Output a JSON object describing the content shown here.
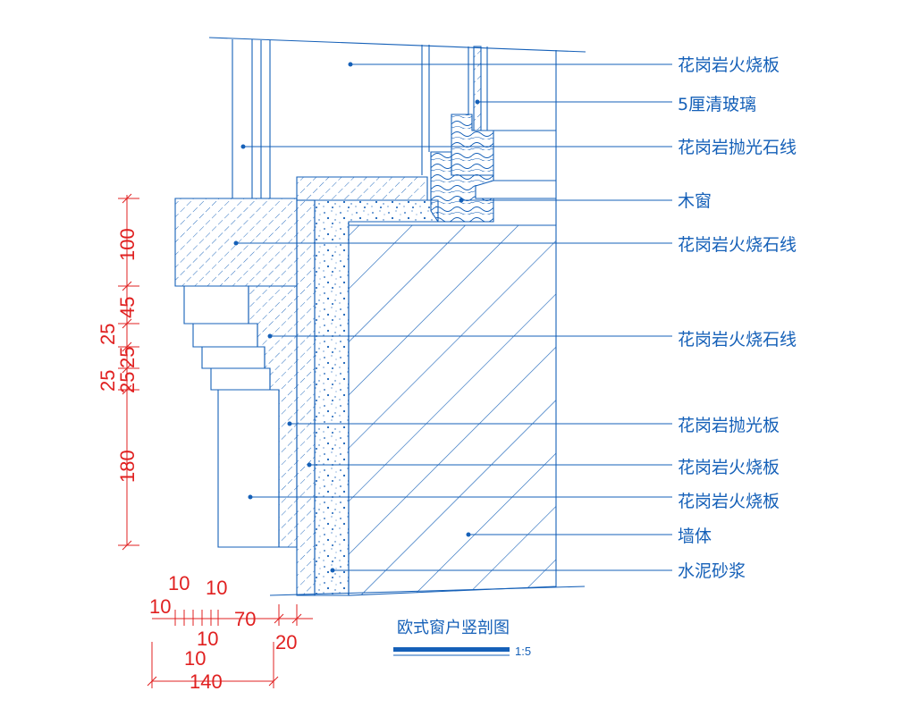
{
  "title": "欧式窗户竖剖图",
  "scale": "1:5",
  "colors": {
    "linework": "#1560b8",
    "dimension": "#e02020",
    "background": "#ffffff"
  },
  "labels": [
    "花岗岩火烧板",
    "5厘清玻璃",
    "花岗岩抛光石线",
    "木窗",
    "花岗岩火烧石线",
    "花岗岩火烧石线",
    "花岗岩抛光板",
    "花岗岩火烧板",
    "花岗岩火烧板",
    "墙体",
    "水泥砂浆"
  ],
  "vertical_dimensions": [
    "100",
    "45",
    "25",
    "25",
    "25",
    "25",
    "180"
  ],
  "horizontal_dimensions": [
    "10",
    "10",
    "10",
    "10",
    "10",
    "70",
    "20",
    "140"
  ]
}
